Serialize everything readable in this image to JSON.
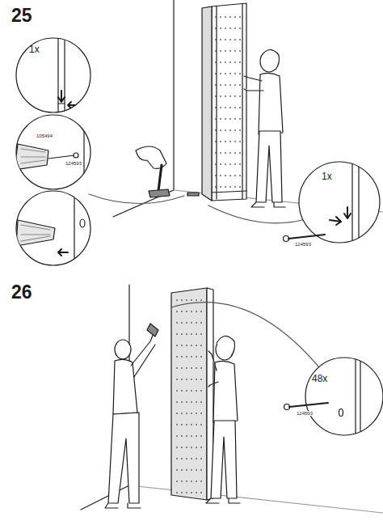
{
  "diagram": {
    "labels": [
      "25",
      "1x",
      "105494",
      "124593",
      "1x",
      "124593",
      "26",
      "48x",
      "124593"
    ]
  }
}
